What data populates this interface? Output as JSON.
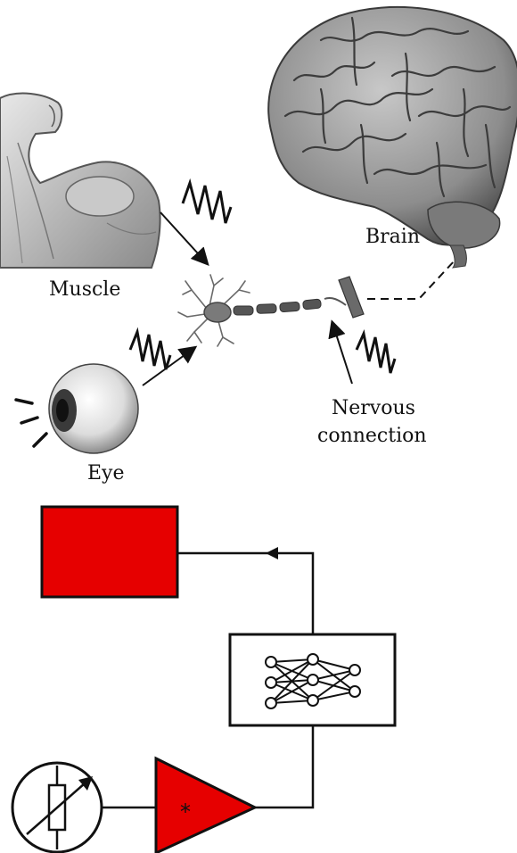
{
  "labels": {
    "muscle": "Muscle",
    "brain": "Brain",
    "eye": "Eye",
    "nervous_line1": "Nervous",
    "nervous_line2": "connection",
    "amplifier_mark": "*"
  },
  "colors": {
    "block_fill": "#e60000",
    "stroke": "#111111",
    "illustration_gray": "#9a9a9a"
  },
  "icons": {
    "muscle": "flexed-arm-icon",
    "brain": "brain-icon",
    "eye": "eyeball-icon",
    "neuron": "neuron-icon",
    "sensor": "variable-resistor-icon",
    "network": "neural-network-icon",
    "amplifier": "amplifier-triangle-icon"
  }
}
